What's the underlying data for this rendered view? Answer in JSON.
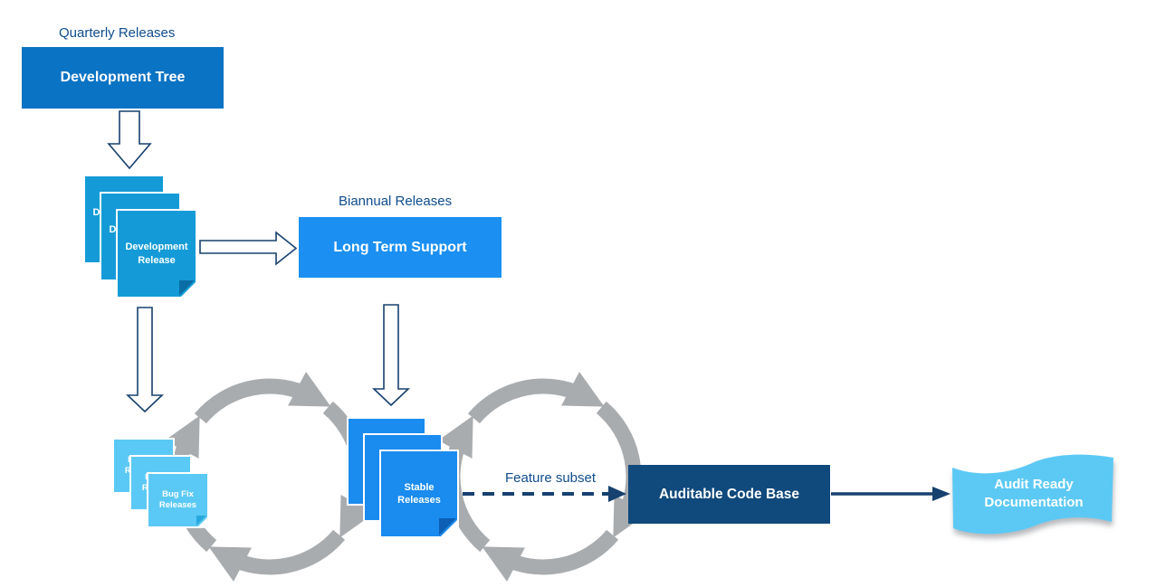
{
  "page": {
    "background": "#FFFFFF"
  },
  "diagram": {
    "labels": {
      "quarterly_releases": "Quarterly Releases",
      "biannual_releases": "Biannual Releases",
      "feature_subset": "Feature subset"
    },
    "nodes": {
      "development_tree": {
        "label": "Development Tree"
      },
      "long_term_support": {
        "label": "Long Term Support"
      },
      "development_release_stack": {
        "label": "Development Release",
        "card_count": 3
      },
      "bug_fix_release_stack": {
        "label": "Bug Fix Releases",
        "card_count": 3
      },
      "stable_release_stack": {
        "label": "Stable Releases",
        "card_count": 3
      },
      "auditable_code_base": {
        "label": "Auditable Code Base"
      },
      "audit_ready_documentation": {
        "label": "Audit Ready Documentation"
      }
    },
    "colors": {
      "dev-tree-box": "#0A73C4",
      "lts-box": "#1B90F2",
      "dev-card": "#149BD7",
      "dev-card-fold": "#0A6DA5",
      "stable-card": "#1A8BEF",
      "stable-card-fold": "#0C5FB5",
      "bugfix-card": "#5BC9F5",
      "bugfix-card-fold": "#28A8DC",
      "auditable-box": "#10497C",
      "ribbon": "#5BC9F5",
      "cycle-gray": "#A9ACAF",
      "navy-text": "#0F4D8F",
      "navy-arrow": "#17416F"
    }
  }
}
